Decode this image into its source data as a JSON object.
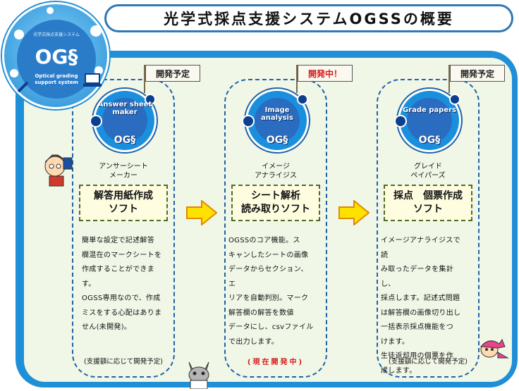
{
  "header": {
    "title": "光学式採点支援システムOGSSの概要"
  },
  "logo": {
    "top_text": "光学式採点支援システム",
    "mark": "OG§",
    "subtitle": "Optical grading support system"
  },
  "columns": [
    {
      "flag": "開発予定",
      "flag_color": "#222222",
      "badge_text": "Answer sheet maker",
      "badge_mark": "OG§",
      "kana_line1": "アンサーシート",
      "kana_line2": "メーカー",
      "title_line1": "解答用紙作成",
      "title_line2": "ソフト",
      "desc_lines": [
        "簡単な設定で記述解答",
        "欄混在のマークシートを",
        "作成することができます。",
        "OGSS専用なので、作成",
        "ミスをする心配はありま",
        "せん(未開発)。"
      ],
      "note": "(支援額に応じて開発予定)"
    },
    {
      "flag": "開発中！",
      "flag_color": "#d21b1b",
      "badge_text": "Image analysis",
      "badge_mark": "OG§",
      "kana_line1": "イメージ",
      "kana_line2": "アナライジス",
      "title_line1": "シート解析",
      "title_line2": "読み取りソフト",
      "desc_lines": [
        "OGSSのコア機能。ス",
        "キャンしたシートの画像",
        "データからセクション、エ",
        "リアを自動判別。マーク",
        "解答欄の解答を数値",
        "データにし、csvファイル",
        "で出力します。"
      ],
      "note": "(現在開発中)"
    },
    {
      "flag": "開発予定",
      "flag_color": "#222222",
      "badge_text": "Grade papers",
      "badge_mark": "OG§",
      "kana_line1": "グレイド",
      "kana_line2": "ペイパーズ",
      "title_line1": "採点　個票作成",
      "title_line2": "ソフト",
      "desc_lines": [
        "イメージアナライジスで読",
        "み取ったデータを集計し、",
        "採点します。記述式問題",
        "は解答欄の画像切り出し",
        "一括表示採点機能をつ",
        "けます。",
        "生徒返却用の個票を作",
        "成します。"
      ],
      "note": "(支援額に応じて開発予定)"
    }
  ],
  "colors": {
    "frame_blue": "#1f8fd8",
    "panel_bg": "#f1f7e7",
    "arrow_fill": "#ffe100",
    "arrow_stroke": "#e08a00",
    "box_fill": "#fffde0"
  }
}
